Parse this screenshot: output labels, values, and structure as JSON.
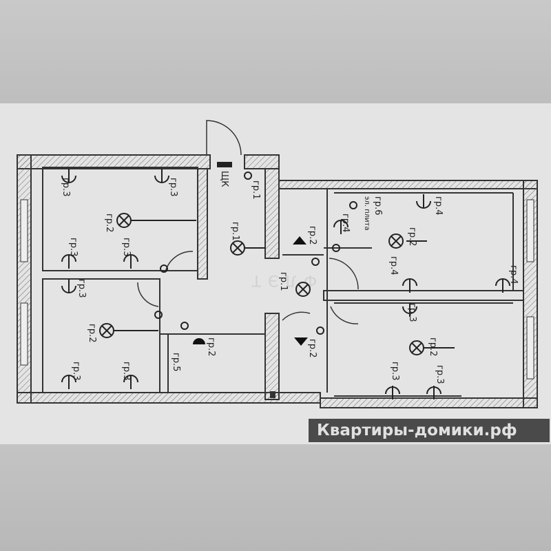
{
  "plan": {
    "panel_label": "ЩК",
    "stove_label": "эл. плита",
    "labels": {
      "lt1": "гр.3",
      "lt2": "гр.3",
      "lt3": "гр.2",
      "lt4": "гр.3",
      "lt5": "гр.3",
      "lb1": "гр.3",
      "lb2": "гр.2",
      "lb3": "гр.3",
      "lb4": "гр.3",
      "h1": "гр.1",
      "h2": "гр.1",
      "h3": "гр.2",
      "h4": "гр.1",
      "h5": "гр.2",
      "h6": "гр.5",
      "h7": "гр.2",
      "rt1": "гр.4",
      "rt2": "гр.6",
      "rt3": "гр.4",
      "rt4": "гр.2",
      "rt5": "гр.4",
      "rt6": "гр.4",
      "rb1": "гр.3",
      "rb2": "гр.2",
      "rb3": "гр.3",
      "rb4": "гр.3"
    },
    "watermark_faint": "ФЛЭТ"
  },
  "watermark": {
    "text": "Квартиры-домики.рф",
    "accent": "#7cb342"
  }
}
